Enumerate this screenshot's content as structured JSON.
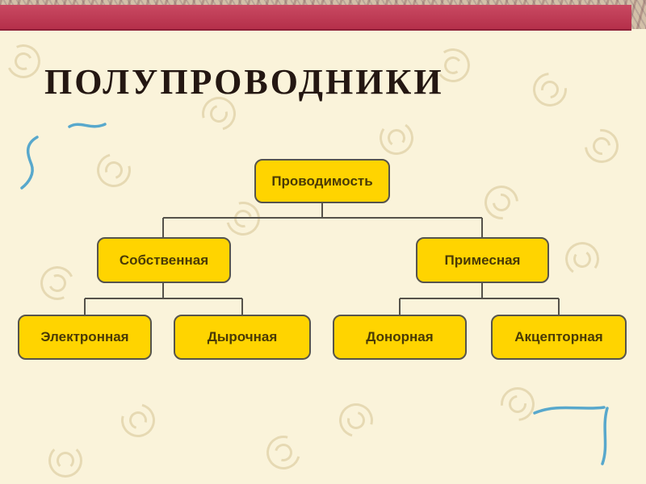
{
  "slide": {
    "title": "ПОЛУПРОВОДНИКИ"
  },
  "diagram": {
    "type": "hierarchy",
    "root": {
      "label": "Проводимость"
    },
    "level1": [
      {
        "label": "Собственная",
        "parent": "Проводимость"
      },
      {
        "label": "Примесная",
        "parent": "Проводимость"
      }
    ],
    "level2": [
      {
        "label": "Электронная",
        "parent": "Собственная"
      },
      {
        "label": "Дырочная",
        "parent": "Собственная"
      },
      {
        "label": "Донорная",
        "parent": "Примесная"
      },
      {
        "label": "Акцепторная",
        "parent": "Примесная"
      }
    ]
  },
  "colors": {
    "node_fill": "#FFD400",
    "node_border": "#56544C",
    "node_text": "#4A3A06",
    "top_bar": "#BE3350",
    "background": "#FAF3DA",
    "accent_squiggle": "#58A8CC",
    "title_text": "#241712"
  }
}
